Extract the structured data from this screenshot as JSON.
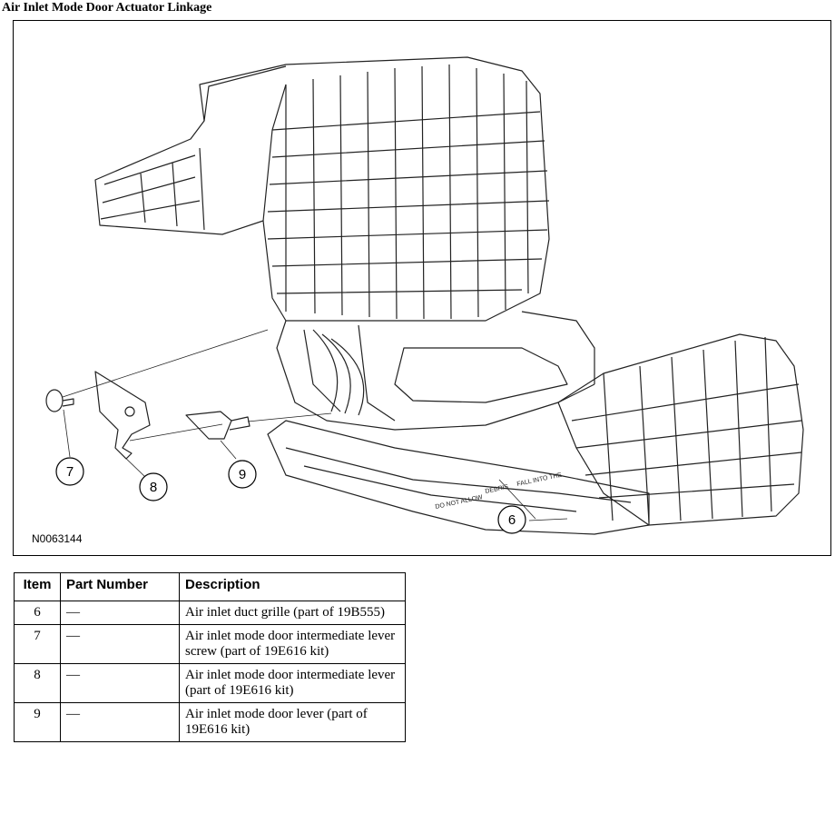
{
  "title": "Air Inlet Mode Door Actuator Linkage",
  "figure": {
    "id": "N0063144",
    "callouts": [
      "7",
      "8",
      "9",
      "6"
    ],
    "duct_text_1": "DEBRIS",
    "duct_text_2": "FALL INTO THE",
    "duct_text_3": "DO NOT ALLOW"
  },
  "table": {
    "headers": {
      "item": "Item",
      "part": "Part Number",
      "desc": "Description"
    },
    "rows": [
      {
        "item": "6",
        "part": "—",
        "desc": "Air inlet duct grille (part of 19B555)"
      },
      {
        "item": "7",
        "part": "—",
        "desc": "Air inlet mode door intermediate lever screw (part of 19E616 kit)"
      },
      {
        "item": "8",
        "part": "—",
        "desc": "Air inlet mode door intermediate lever (part of 19E616 kit)"
      },
      {
        "item": "9",
        "part": "—",
        "desc": "Air inlet mode door lever (part of 19E616 kit)"
      }
    ]
  }
}
